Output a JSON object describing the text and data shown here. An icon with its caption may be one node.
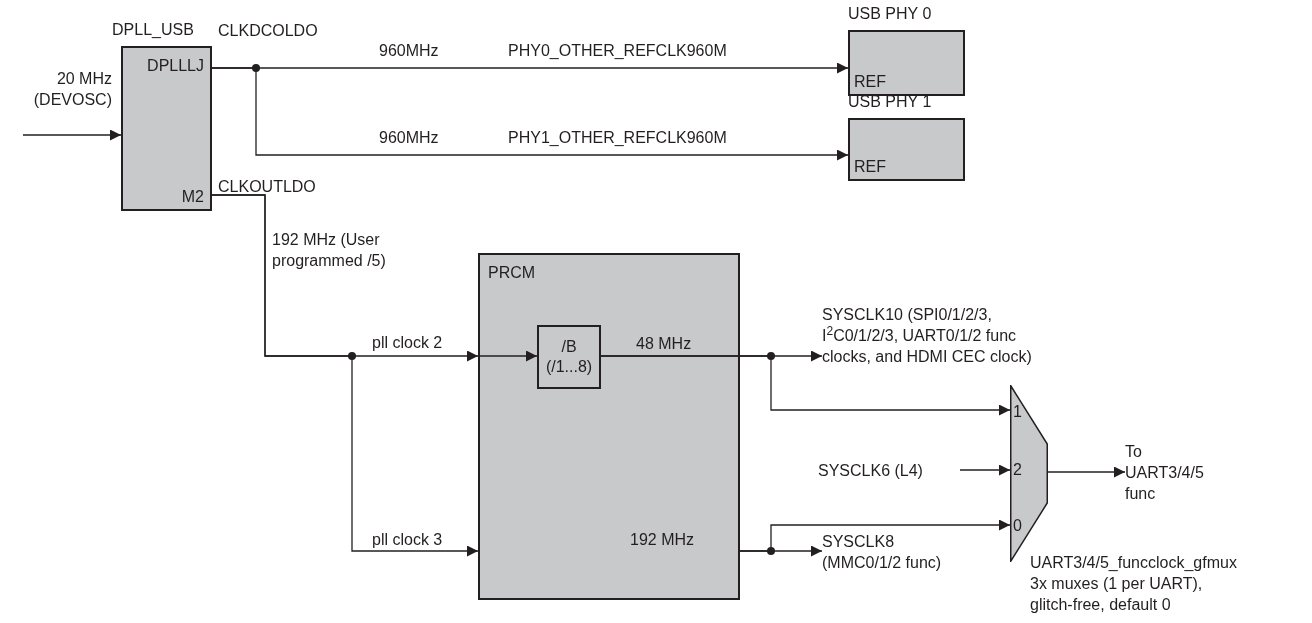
{
  "diagram": {
    "nodes": [
      {
        "text": [
          "DPLL_USB",
          "DPLLLJ",
          "M2"
        ]
      },
      {
        "text": [
          "USB PHY 0",
          "REF"
        ]
      },
      {
        "text": [
          "USB PHY 1",
          "REF"
        ]
      },
      {
        "text": [
          "PRCM"
        ]
      },
      {
        "text": [
          "/B (/1...8)"
        ],
        "in": 3
      },
      {
        "text": [
          "SYSCLK10 (SPI0/1/2/3, I$^{2}$C0/1/2/3, UART0/1/2 func clocks, and HDMI CEC clock)"
        ]
      },
      {
        "text": [
          "1",
          "2",
          "0"
        ],
        "beside": [
          "UART3/4/5_funcclock_gfmux 3x muxes (1 per UART), glitch-free, default 0"
        ]
      },
      {
        "text": [
          "SYSCLK6 (L4)"
        ]
      },
      {
        "text": [
          "To UART3/4/5 func"
        ]
      },
      {
        "text": [
          "SYSCLK8 (MMC0/1/2 func)"
        ]
      }
    ],
    "edges": [
      {
        "from": null,
        "to": 0,
        "arrow": "to",
        "label": "20 MHz (DEVOSC)"
      },
      {
        "from": 0,
        "to": 1,
        "arrow": "to",
        "label": "960MHz"
      },
      {
        "from": 0,
        "to": 2,
        "arrow": "to",
        "label": "960MHz"
      },
      {
        "from": 0,
        "to": 3,
        "arrow": "to",
        "label": "pll clock 2"
      },
      {
        "from": 0,
        "to": 3,
        "arrow": "to",
        "label": "pll clock 3"
      },
      {
        "from": 3,
        "to": 4,
        "arrow": "to"
      },
      {
        "from": 4,
        "to": 5,
        "arrow": "to",
        "label": "48 MHz"
      },
      {
        "from": 4,
        "to": 6,
        "arrow": "to"
      },
      {
        "from": 3,
        "to": 9,
        "arrow": "to",
        "label": "192 MHz"
      },
      {
        "from": 3,
        "to": 6,
        "arrow": "to"
      },
      {
        "from": 7,
        "to": 6,
        "arrow": "to"
      },
      {
        "from": 6,
        "to": 8,
        "arrow": "to"
      }
    ],
    "labels": [
      "CLKDCOLDO",
      "PHY0_OTHER_REFCLK960M",
      "PHY1_OTHER_REFCLK960M",
      "CLKOUTLDO",
      "192 MHz (User programmed /5)"
    ]
  }
}
